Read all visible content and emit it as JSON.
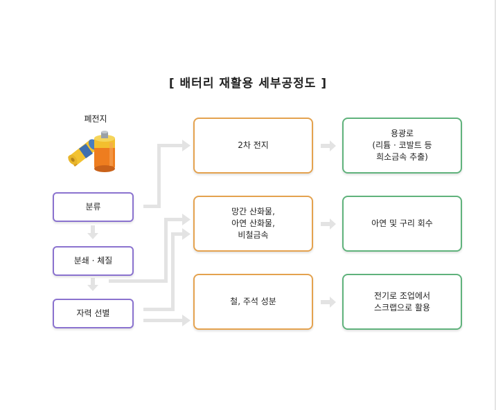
{
  "title": "[ 배터리 재활용 세부공정도 ]",
  "source": {
    "label": "폐전지",
    "icon": "battery-icon"
  },
  "steps": [
    {
      "label": "분류"
    },
    {
      "label": "분쇄 · 체질"
    },
    {
      "label": "자력 선별"
    }
  ],
  "materials": [
    {
      "label": "2차 전지"
    },
    {
      "label": "망간 산화물,\n아연 산화물,\n비철금속"
    },
    {
      "label": "철, 주석 성분"
    }
  ],
  "results": [
    {
      "label": "용광로\n(리튬 · 코발트 등\n희소금속 추출)"
    },
    {
      "label": "아연 및 구리 회수"
    },
    {
      "label": "전기로 조업에서\n스크랩으로 활용"
    }
  ],
  "colors": {
    "step_border": "#8a72cf",
    "material_border": "#e4a24e",
    "result_border": "#5fb27b",
    "arrow": "#e3e3e3"
  }
}
